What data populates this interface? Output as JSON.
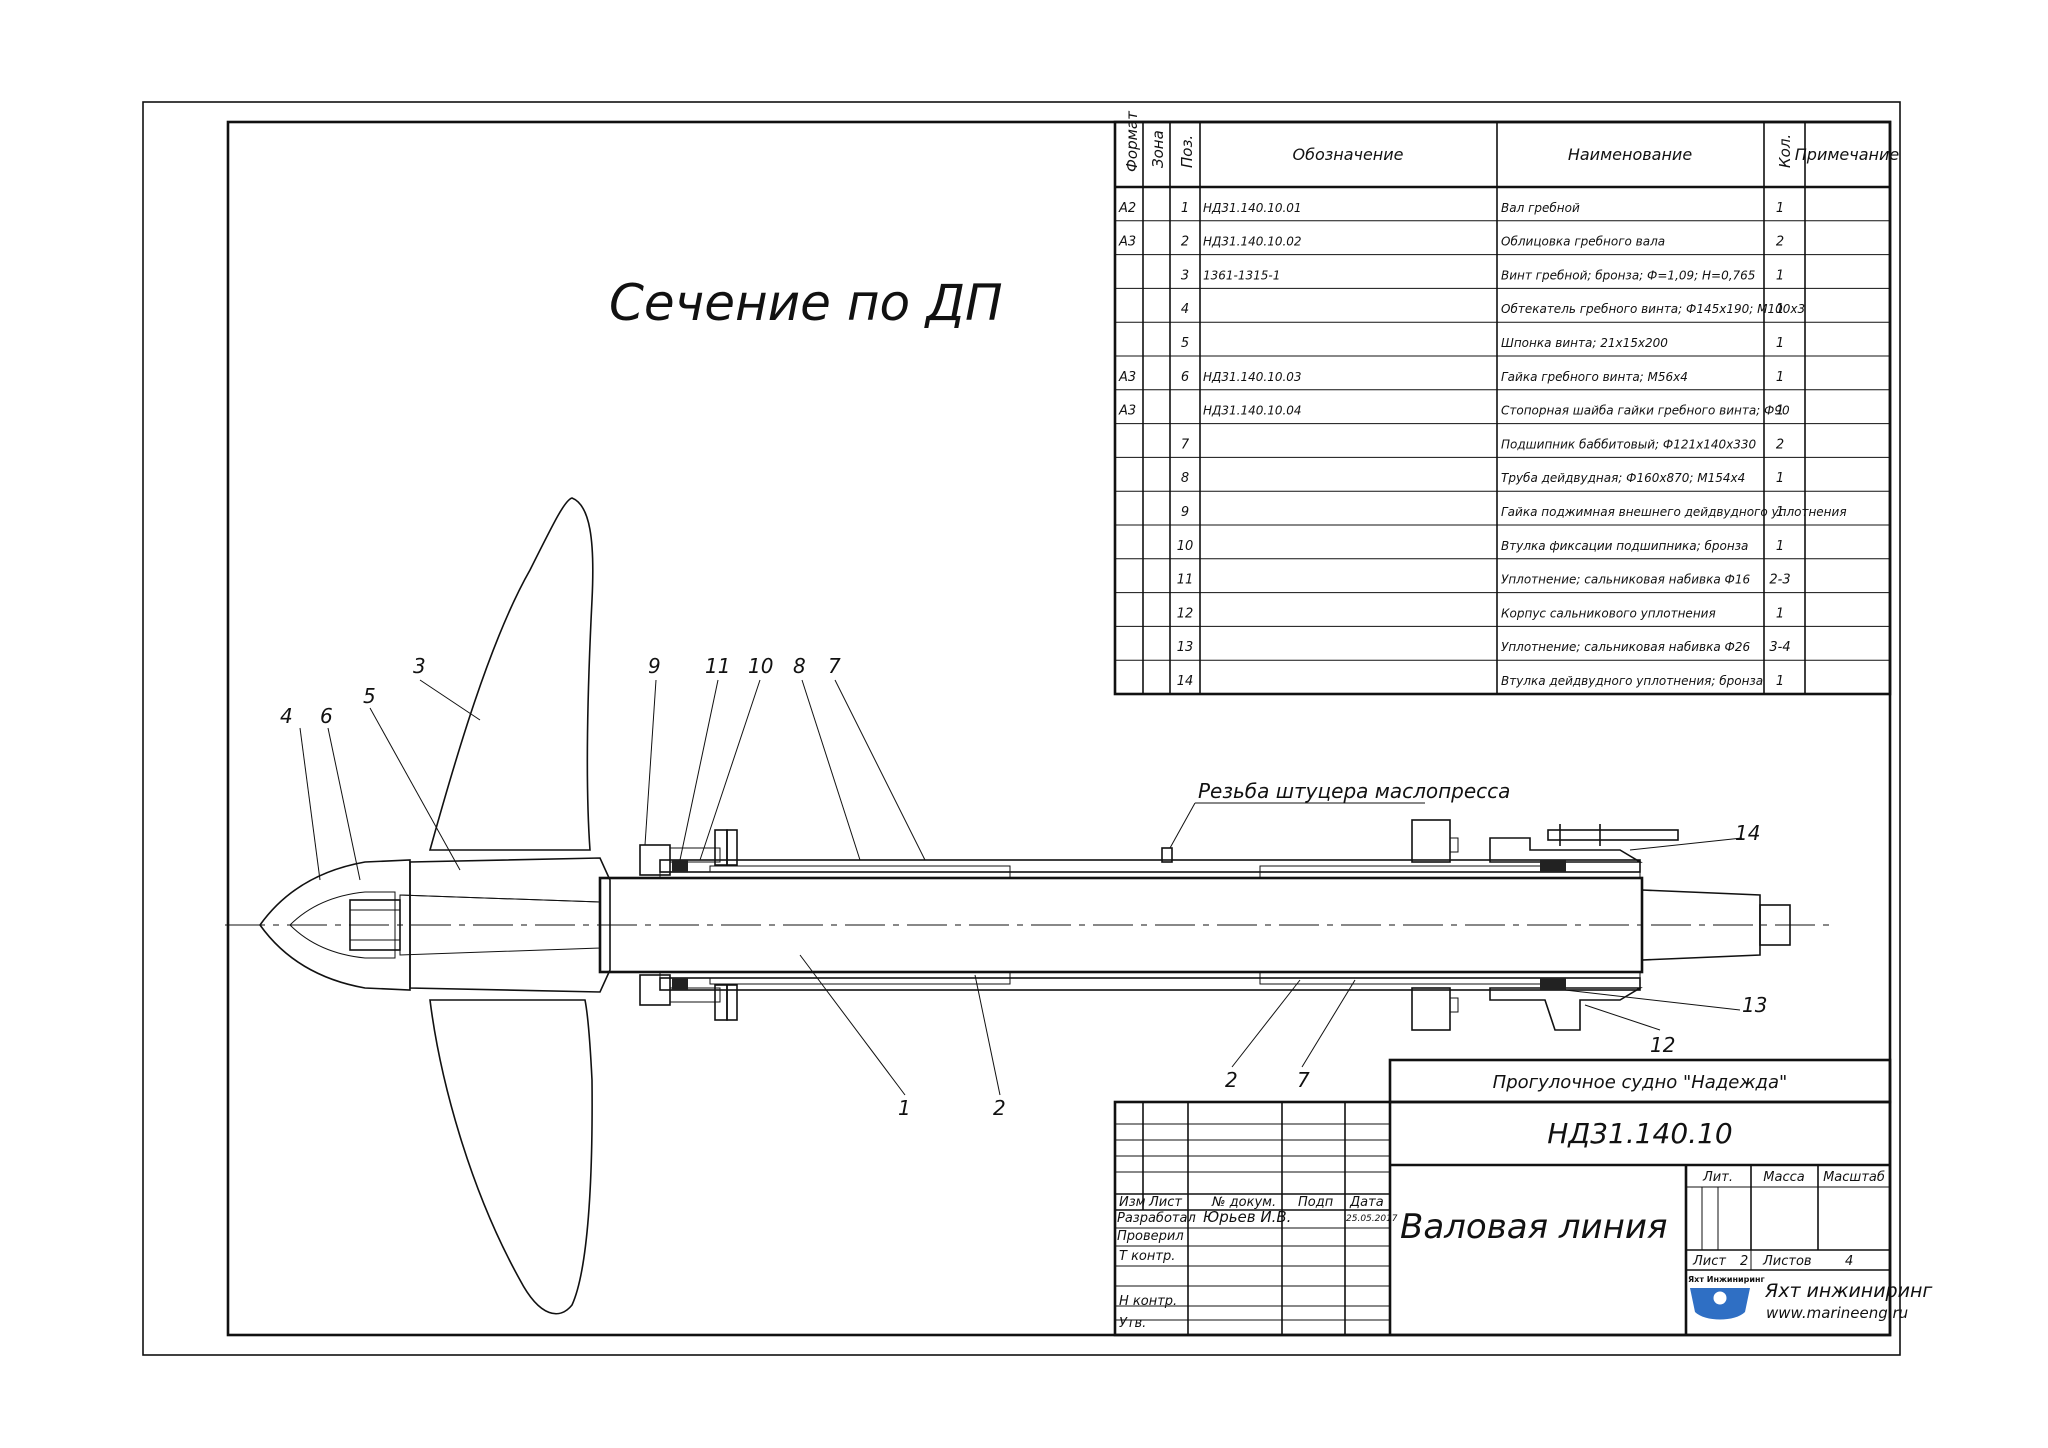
{
  "drawing": {
    "section_title": "Сечение по ДП",
    "thread_note": "Резьба штуцера маслопресса"
  },
  "spec": {
    "headers": [
      "Формат",
      "Зона",
      "Поз.",
      "Обозначение",
      "Наименование",
      "Кол.",
      "Примечание"
    ],
    "rows": [
      [
        "А2",
        "",
        "1",
        "НД31.140.10.01",
        "Вал гребной",
        "1",
        ""
      ],
      [
        "А3",
        "",
        "2",
        "НД31.140.10.02",
        "Облицовка гребного вала",
        "2",
        ""
      ],
      [
        "",
        "",
        "3",
        "1361-1315-1",
        "Винт гребной; бронза; Ф=1,09; Н=0,765",
        "1",
        ""
      ],
      [
        "",
        "",
        "4",
        "",
        "Обтекатель гребного винта; Ф145х190; М100х3",
        "1",
        ""
      ],
      [
        "",
        "",
        "5",
        "",
        "Шпонка винта; 21х15х200",
        "1",
        ""
      ],
      [
        "А3",
        "",
        "6",
        "НД31.140.10.03",
        "Гайка гребного винта; М56х4",
        "1",
        ""
      ],
      [
        "А3",
        "",
        "",
        "НД31.140.10.04",
        "Стопорная шайба гайки гребного винта; Ф90",
        "1",
        ""
      ],
      [
        "",
        "",
        "7",
        "",
        "Подшипник баббитовый; Ф121х140х330",
        "2",
        ""
      ],
      [
        "",
        "",
        "8",
        "",
        "Труба дейдвудная; Ф160х870; М154х4",
        "1",
        ""
      ],
      [
        "",
        "",
        "9",
        "",
        "Гайка поджимная внешнего дейдвудного уплотнения",
        "1",
        ""
      ],
      [
        "",
        "",
        "10",
        "",
        "Втулка фиксации подшипника; бронза",
        "1",
        ""
      ],
      [
        "",
        "",
        "11",
        "",
        "Уплотнение; сальниковая набивка Ф16",
        "2-3",
        ""
      ],
      [
        "",
        "",
        "12",
        "",
        "Корпус сальникового уплотнения",
        "1",
        ""
      ],
      [
        "",
        "",
        "13",
        "",
        "Уплотнение; сальниковая набивка Ф26",
        "3-4",
        ""
      ],
      [
        "",
        "",
        "14",
        "",
        "Втулка дейдвудного уплотнения; бронза",
        "1",
        ""
      ]
    ]
  },
  "callouts": [
    "1",
    "2",
    "2",
    "3",
    "4",
    "5",
    "6",
    "7",
    "7",
    "8",
    "9",
    "10",
    "11",
    "12",
    "13",
    "14"
  ],
  "title_block": {
    "project": "Прогулочное судно \"Надежда\"",
    "doc_code": "НД31.140.10",
    "drawing_name": "Валовая линия",
    "col_izm": "Изм",
    "col_list": "Лист",
    "col_docnum": "№ докум.",
    "col_sign": "Подп",
    "col_date": "Дата",
    "role_developed": "Разработал",
    "role_checked": "Проверил",
    "role_tcontrol": "Т контр.",
    "role_ncontrol": "Н контр.",
    "role_approved": "Утв.",
    "developer": "Юрьев И.В.",
    "date": "25.05.2017",
    "lit_label": "Лит.",
    "mass_label": "Масса",
    "scale_label": "Масштаб",
    "sheet_label": "Лист",
    "sheet_no": "2",
    "sheets_label": "Листов",
    "sheets_total": "4",
    "logo_caption": "Яхт Инжиниринг",
    "company": "Яхт инжиниринг",
    "website": "www.marineeng.ru",
    "logo_color": "#2f6fc4"
  }
}
